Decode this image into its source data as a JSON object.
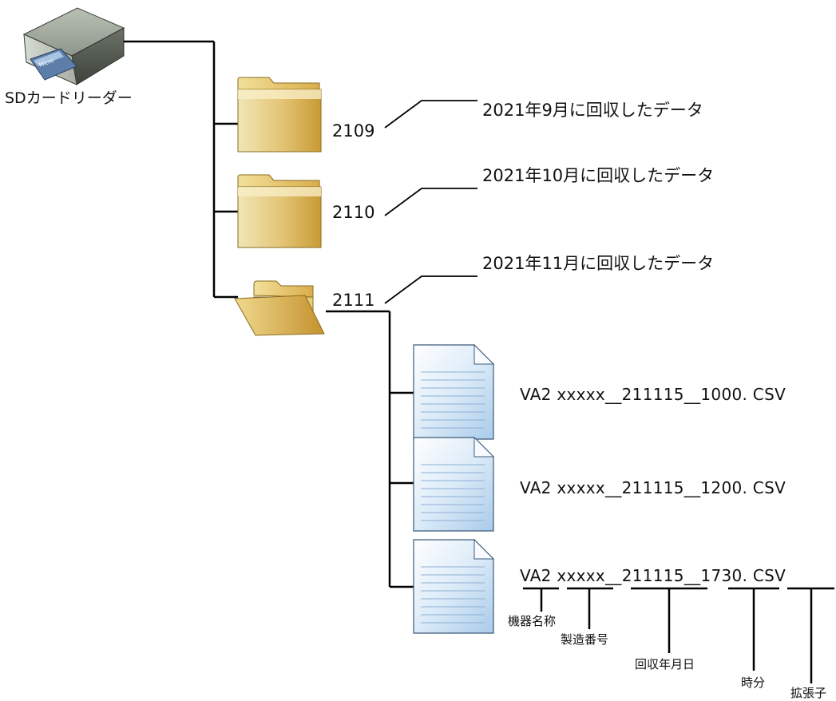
{
  "reader": {
    "label": "SDカードリーダー",
    "card_text": "Micro"
  },
  "folders": [
    {
      "name": "2109",
      "description": "2021年9月に回収したデータ"
    },
    {
      "name": "2110",
      "description": "2021年10月に回収したデータ"
    },
    {
      "name": "2111",
      "description": "2021年11月に回収したデータ"
    }
  ],
  "files": [
    {
      "name": "VA2 xxxxx__211115__1000. CSV"
    },
    {
      "name": "VA2 xxxxx__211115__1200. CSV"
    }
  ],
  "last_file": {
    "parts": {
      "device": "VA2",
      "serial": "xxxxx",
      "sep1": "__",
      "date": "211115",
      "sep2": "__",
      "time": "1730",
      "dot": ". ",
      "ext": "CSV"
    },
    "legend": {
      "device": "機器名称",
      "serial": "製造番号",
      "date": "回収年月日",
      "time": "時分",
      "ext": "拡張子"
    }
  }
}
